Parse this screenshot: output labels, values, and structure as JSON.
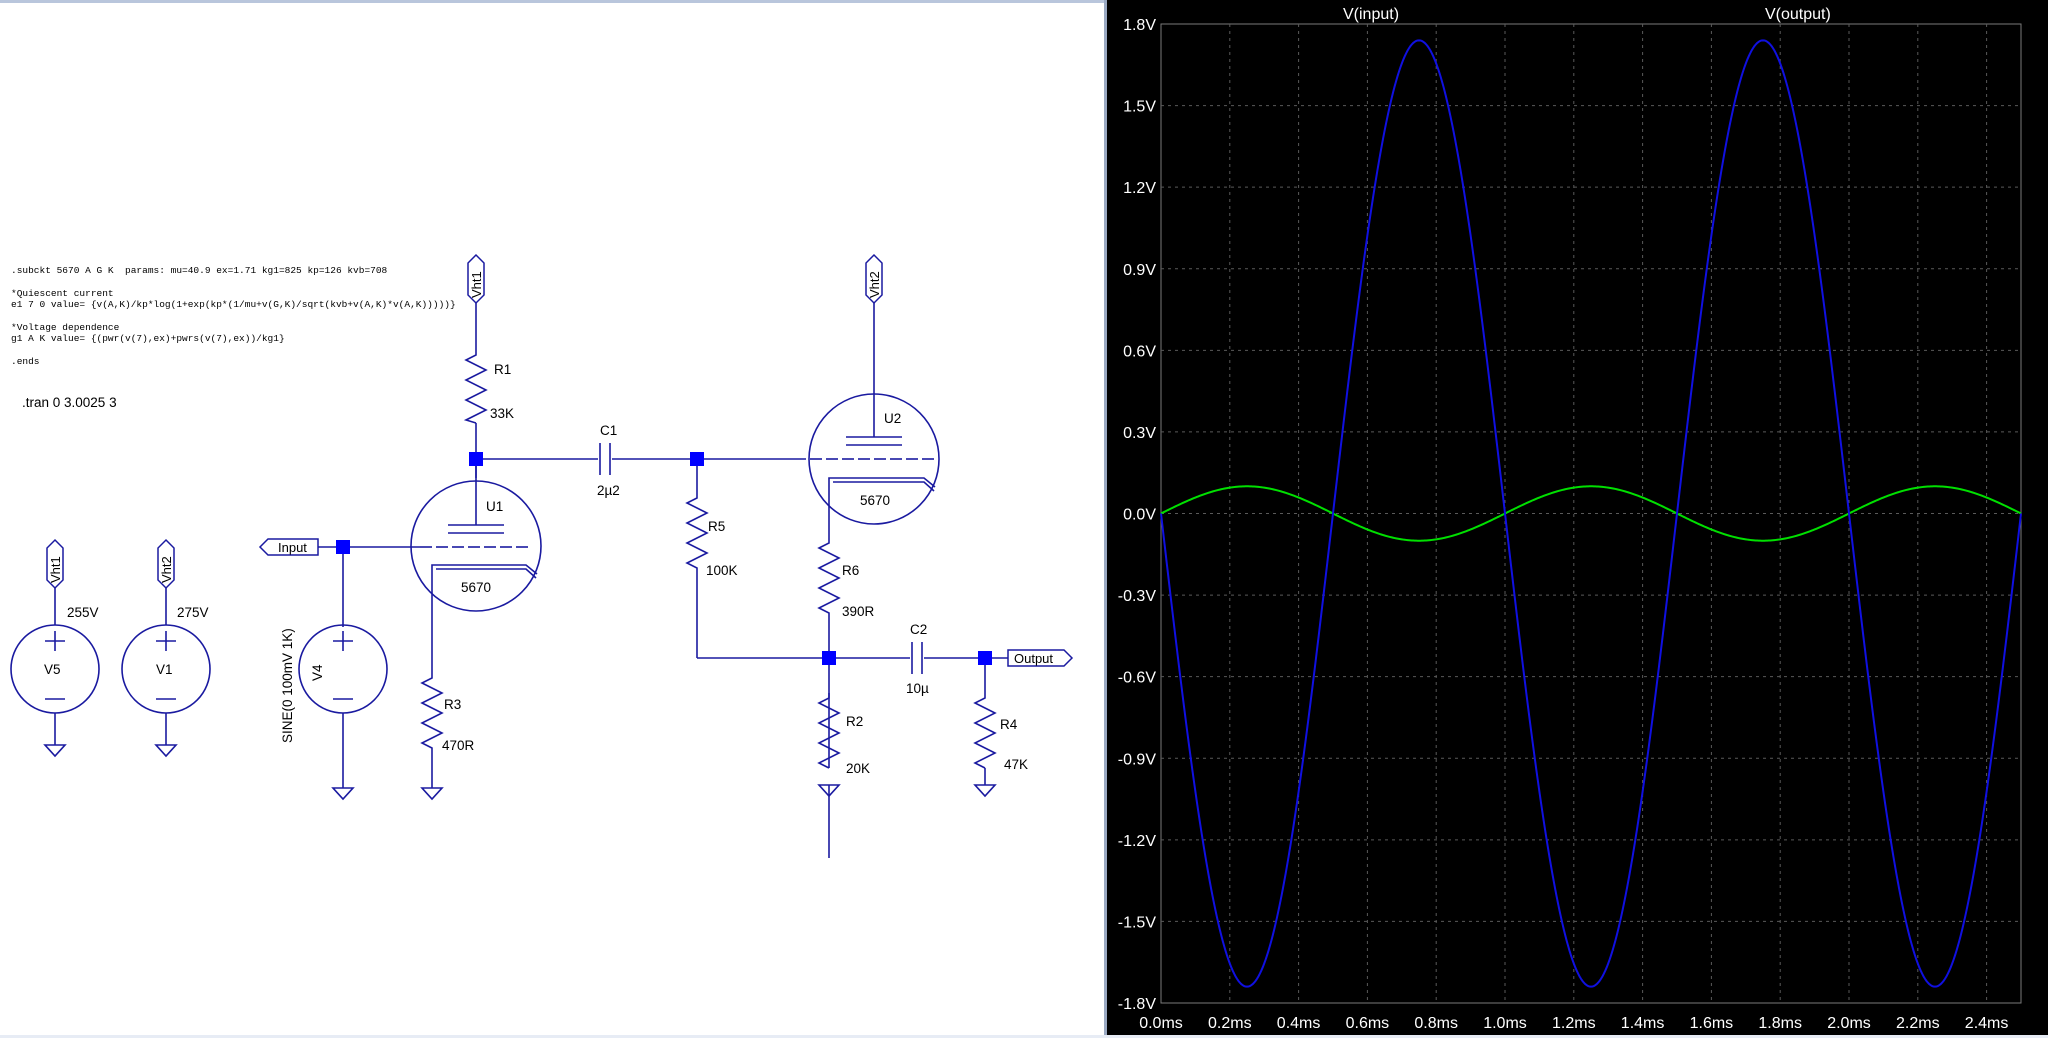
{
  "schematic": {
    "spice_lines": [
      ".subckt 5670 A G K  params: mu=40.9 ex=1.71 kg1=825 kp=126 kvb=708",
      "",
      "*Quiescent current",
      "e1 7 0 value= {v(A,K)/kp*log(1+exp(kp*(1/mu+v(G,K)/sqrt(kvb+v(A,K)*v(A,K)))))}",
      "",
      "*Voltage dependence",
      "g1 A K value= {(pwr(v(7),ex)+pwrs(v(7),ex))/kg1}",
      "",
      ".ends"
    ],
    "tran_directive": ".tran 0 3.0025 3",
    "nets": {
      "vht1_a": "Vht1",
      "vht2_a": "Vht2",
      "vht1_b": "Vht1",
      "vht2_b": "Vht2",
      "input": "Input",
      "output": "Output"
    },
    "components": {
      "r1": {
        "name": "R1",
        "value": "33K"
      },
      "r3": {
        "name": "R3",
        "value": "470R"
      },
      "c1": {
        "name": "C1",
        "value": "2µ2"
      },
      "r5": {
        "name": "R5",
        "value": "100K"
      },
      "r6": {
        "name": "R6",
        "value": "390R"
      },
      "r2": {
        "name": "R2",
        "value": "20K"
      },
      "c2": {
        "name": "C2",
        "value": "10µ"
      },
      "r4": {
        "name": "R4",
        "value": "47K"
      },
      "u1": {
        "name": "U1",
        "value": "5670"
      },
      "u2": {
        "name": "U2",
        "value": "5670"
      },
      "v5": {
        "name": "V5",
        "value": "255V"
      },
      "v1": {
        "name": "V1",
        "value": "275V"
      },
      "v4": {
        "name": "V4",
        "value": "SINE(0 100mV 1K)"
      }
    }
  },
  "waveform": {
    "traces": [
      {
        "name": "V(input)",
        "color": "#00e000"
      },
      {
        "name": "V(output)",
        "color": "#1010e0"
      }
    ],
    "y_ticks": [
      "1.8V",
      "1.5V",
      "1.2V",
      "0.9V",
      "0.6V",
      "0.3V",
      "0.0V",
      "-0.3V",
      "-0.6V",
      "-0.9V",
      "-1.2V",
      "-1.5V",
      "-1.8V"
    ],
    "x_ticks": [
      "0.0ms",
      "0.2ms",
      "0.4ms",
      "0.6ms",
      "0.8ms",
      "1.0ms",
      "1.2ms",
      "1.4ms",
      "1.6ms",
      "1.8ms",
      "2.0ms",
      "2.2ms",
      "2.4ms"
    ]
  },
  "chart_data": {
    "type": "line",
    "x_unit": "ms",
    "y_unit": "V",
    "xlim": [
      0,
      2.5
    ],
    "ylim": [
      -1.8,
      1.8
    ],
    "grid": true,
    "legend": "top",
    "series": [
      {
        "name": "V(input)",
        "color": "#00e000",
        "shape": "sine",
        "amplitude": 0.1,
        "period_ms": 1.0,
        "phase": "positive-first",
        "points": [
          [
            0,
            0
          ],
          [
            0.25,
            0.1
          ],
          [
            0.5,
            0
          ],
          [
            0.75,
            -0.1
          ],
          [
            1.0,
            0
          ],
          [
            1.25,
            0.1
          ],
          [
            1.5,
            0
          ],
          [
            1.75,
            -0.1
          ],
          [
            2.0,
            0
          ],
          [
            2.25,
            0.1
          ],
          [
            2.5,
            0
          ]
        ]
      },
      {
        "name": "V(output)",
        "color": "#1010e0",
        "shape": "sine",
        "amplitude": 1.74,
        "period_ms": 1.0,
        "phase": "negative-first",
        "points": [
          [
            0,
            0
          ],
          [
            0.25,
            -1.74
          ],
          [
            0.5,
            0
          ],
          [
            0.75,
            1.74
          ],
          [
            1.0,
            0
          ],
          [
            1.25,
            -1.74
          ],
          [
            1.5,
            0
          ],
          [
            1.75,
            1.74
          ],
          [
            2.0,
            0
          ],
          [
            2.25,
            -1.74
          ],
          [
            2.5,
            0
          ]
        ]
      }
    ]
  }
}
